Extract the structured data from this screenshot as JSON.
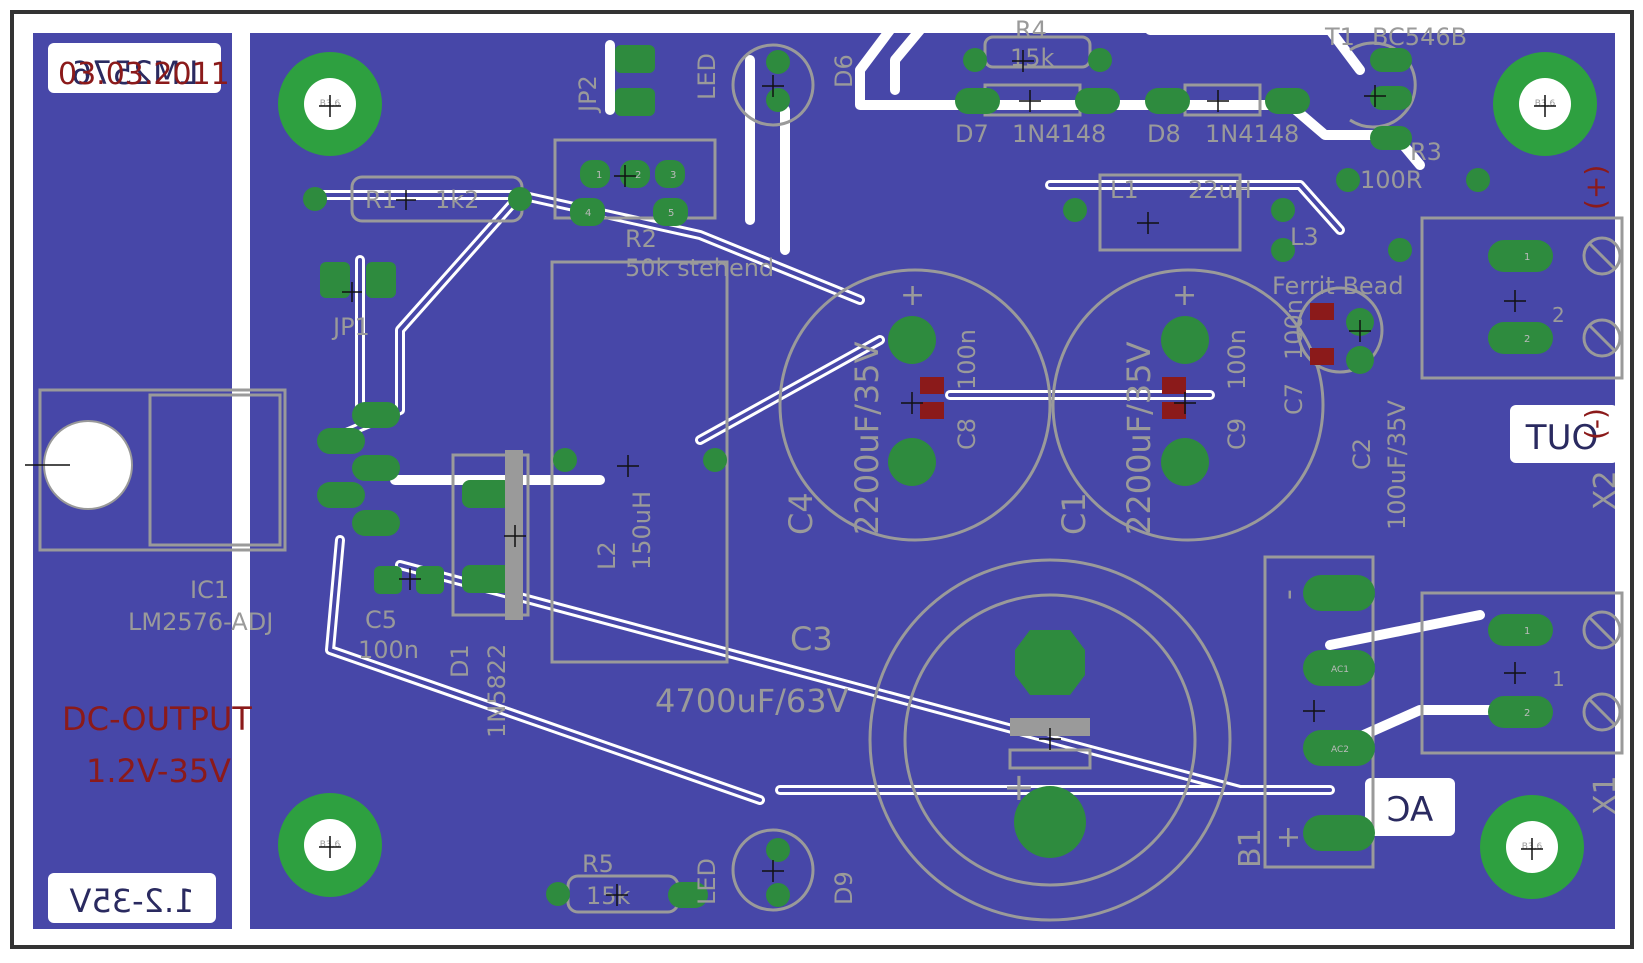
{
  "title_block": {
    "project": "LM2576",
    "date": "03.03.2011",
    "output_range": "1.2-35V",
    "dc_output_line1": "DC-OUTPUT",
    "dc_output_line2": "1.2V-35V"
  },
  "ports": {
    "out_label": "OUT",
    "ac_label": "AC",
    "plus_mark": "+",
    "minus_mark": "-",
    "plus_circled": "(+)",
    "minus_circled": "(-)"
  },
  "mounting_holes": {
    "label": "B3,6"
  },
  "components": {
    "r4": {
      "name": "R4",
      "value": "15k"
    },
    "t1": {
      "name": "T1",
      "value": "BC546B"
    },
    "d6": {
      "name": "D6",
      "value": "LED"
    },
    "d9": {
      "name": "D9",
      "value": "LED"
    },
    "jp2": {
      "name": "JP2"
    },
    "jp1": {
      "name": "JP1"
    },
    "d7": {
      "name": "D7",
      "value": "1N4148"
    },
    "d8": {
      "name": "D8",
      "value": "1N4148"
    },
    "r3": {
      "name": "R3",
      "value": "100R"
    },
    "r1": {
      "name": "R1",
      "value": "1k2"
    },
    "r2": {
      "name": "R2",
      "value": "50k stehend"
    },
    "l1": {
      "name": "L1",
      "value": "22uH"
    },
    "l3": {
      "name": "L3",
      "value": "Ferrit-Bead"
    },
    "c4": {
      "name": "C4",
      "value": "2200uF/35V"
    },
    "c1": {
      "name": "C1",
      "value": "2200uF/35V"
    },
    "c8": {
      "name": "C8",
      "value": "100n"
    },
    "c9": {
      "name": "C9",
      "value": "100n"
    },
    "c7": {
      "name": "C7",
      "value": "100n"
    },
    "c2": {
      "name": "C2",
      "value": "100uF/35V"
    },
    "ic1": {
      "name": "IC1",
      "value": "LM2576-ADJ"
    },
    "l2": {
      "name": "L2",
      "value": "150uH"
    },
    "c5": {
      "name": "C5",
      "value": "100n"
    },
    "d1": {
      "name": "D1",
      "value": "1N5822"
    },
    "c3": {
      "name": "C3",
      "value": "4700uF/63V"
    },
    "b1": {
      "name": "B1",
      "pins": [
        "-",
        "AC1",
        "AC2",
        "+"
      ]
    },
    "r5": {
      "name": "R5",
      "value": "15k"
    },
    "x1": {
      "name": "X1"
    },
    "x2": {
      "name": "X2"
    }
  },
  "pad_numbers": {
    "one": "1",
    "two": "2",
    "three": "3",
    "four": "4",
    "five": "5"
  },
  "colors": {
    "board": "#4747a8",
    "copper_gap": "#ffffff",
    "pad": "#2e8b3e",
    "silk": "#9a9a9a",
    "doc_text": "#8b1a1a",
    "smd_pad": "#8b1a1a",
    "outline": "#333333"
  }
}
